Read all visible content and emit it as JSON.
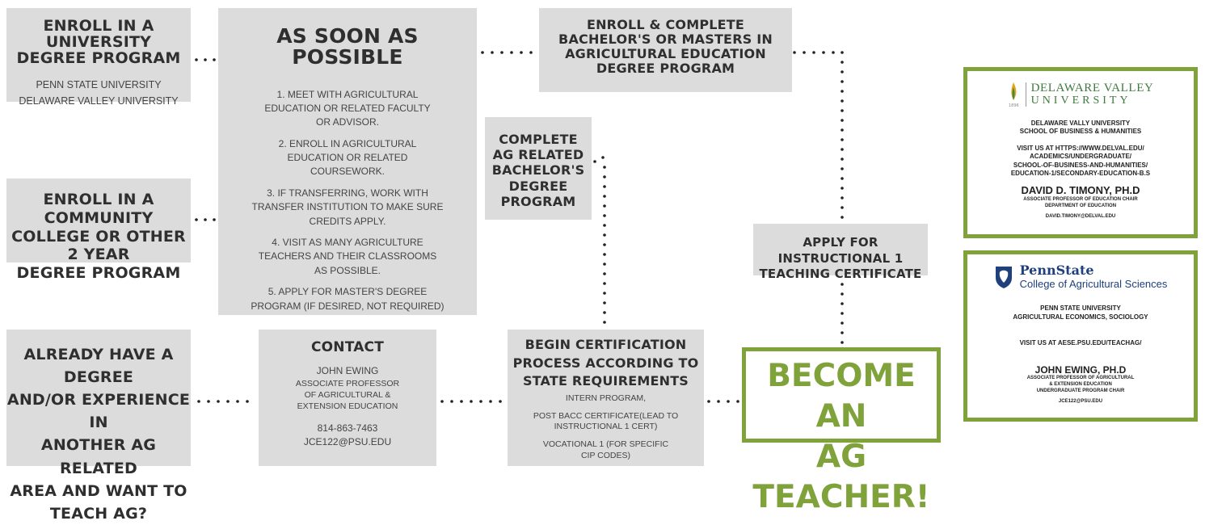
{
  "colors": {
    "box_bg": "#dcdcdc",
    "green": "#7fa23b",
    "dot": "#222222"
  },
  "boxes": {
    "enroll_univ": {
      "title_1": "ENROLL IN A UNIVERSITY",
      "title_2": "DEGREE PROGRAM",
      "line_1": "PENN STATE UNIVERSITY",
      "line_2": "DELAWARE VALLEY UNIVERSITY"
    },
    "enroll_cc": {
      "title_1": "ENROLL IN A COMMUNITY",
      "title_2": "COLLEGE OR OTHER 2 YEAR",
      "title_3": "DEGREE PROGRAM"
    },
    "already": {
      "title_1": "ALREADY HAVE A DEGREE",
      "title_2": "AND/OR EXPERIENCE IN",
      "title_3": "ANOTHER AG RELATED",
      "title_4": "AREA AND WANT TO",
      "title_5": "TEACH AG?"
    },
    "asap": {
      "title": "AS SOON AS POSSIBLE",
      "items": [
        [
          "1. MEET WITH AGRICULTURAL",
          "EDUCATION OR RELATED FACULTY",
          "OR ADVISOR."
        ],
        [
          "2. ENROLL IN AGRICULTURAL",
          "EDUCATION OR RELATED",
          "COURSEWORK."
        ],
        [
          "3. IF TRANSFERRING, WORK WITH",
          "TRANSFER INSTITUTION TO MAKE SURE",
          "CREDITS APPLY."
        ],
        [
          "4. VISIT AS MANY AGRICULTURE",
          "TEACHERS AND THEIR CLASSROOMS",
          "AS POSSIBLE."
        ],
        [
          "5. APPLY FOR MASTER'S DEGREE",
          "PROGRAM (IF DESIRED, NOT REQUIRED)"
        ]
      ]
    },
    "complete_bach": {
      "title_1": "COMPLETE",
      "title_2": "AG RELATED",
      "title_3": "BACHELOR'S",
      "title_4": "DEGREE PROGRAM"
    },
    "enroll_complete": {
      "title_1": "ENROLL & COMPLETE",
      "title_2": "BACHELOR'S  OR MASTERS IN",
      "title_3": "AGRICULTURAL EDUCATION",
      "title_4": "DEGREE PROGRAM"
    },
    "contact": {
      "title": "CONTACT",
      "name": "JOHN EWING",
      "role_1": "ASSOCIATE PROFESSOR",
      "role_2": "OF AGRICULTURAL &",
      "role_3": "EXTENSION EDUCATION",
      "phone": "814-863-7463",
      "email": "JCE122@PSU.EDU"
    },
    "begin_cert": {
      "title_1": "BEGIN CERTIFICATION",
      "title_2": "PROCESS ACCORDING TO",
      "title_3": "STATE REQUIREMENTS",
      "l1": "INTERN PROGRAM,",
      "l2": "POST BACC CERTIFICATE(LEAD TO",
      "l3": "INSTRUCTIONAL 1 CERT)",
      "l4": "VOCATIONAL 1 (FOR SPECIFIC",
      "l5": "CIP CODES)"
    },
    "apply_cert": {
      "title_1": "APPLY FOR INSTRUCTIONAL 1",
      "title_2": "TEACHING CERTIFICATE"
    },
    "become": {
      "title_1": "BECOME AN",
      "title_2": "AG TEACHER!"
    }
  },
  "dvu_card": {
    "logo_1": "DELAWARE VALLEY",
    "logo_2": "UNIVERSITY",
    "logo_year": "1896",
    "inst_1": "DELAWARE VALLY UNIVERSITY",
    "inst_2": "SCHOOL OF BUSINESS & HUMANITIES",
    "url_1": "VISIT US AT HTTPS://WWW.DELVAL.EDU/",
    "url_2": "ACADEMICS/UNDERGRADUATE/",
    "url_3": "SCHOOL-OF-BUSINESS-AND-HUMANITIES/",
    "url_4": "EDUCATION-1/SECONDARY-EDUCATION-B.S",
    "name": "DAVID D. TIMONY, PH.D",
    "role_1": "ASSOCIATE PROFESSOR OF EDUCATION CHAIR",
    "role_2": "DEPARTMENT OF EDUCATION",
    "email": "DAVID.TIMONY@DELVAL.EDU"
  },
  "psu_card": {
    "logo_1": "PennState",
    "logo_2": "College of Agricultural Sciences",
    "inst_1": "PENN STATE UNIVERSITY",
    "inst_2": "AGRICULTURAL ECONOMICS, SOCIOLOGY",
    "url": "VISIT US AT AESE.PSU.EDU/TEACHAG/",
    "name": "JOHN EWING, PH.D",
    "role_1": "ASSOCIATE PROFESSOR OF AGRICULTURAL",
    "role_2": "& EXTENSION EDUCATION",
    "role_3": "UNDERGRADUATE PROGRAM CHAIR",
    "email": "JCE122@PSU.EDU"
  }
}
